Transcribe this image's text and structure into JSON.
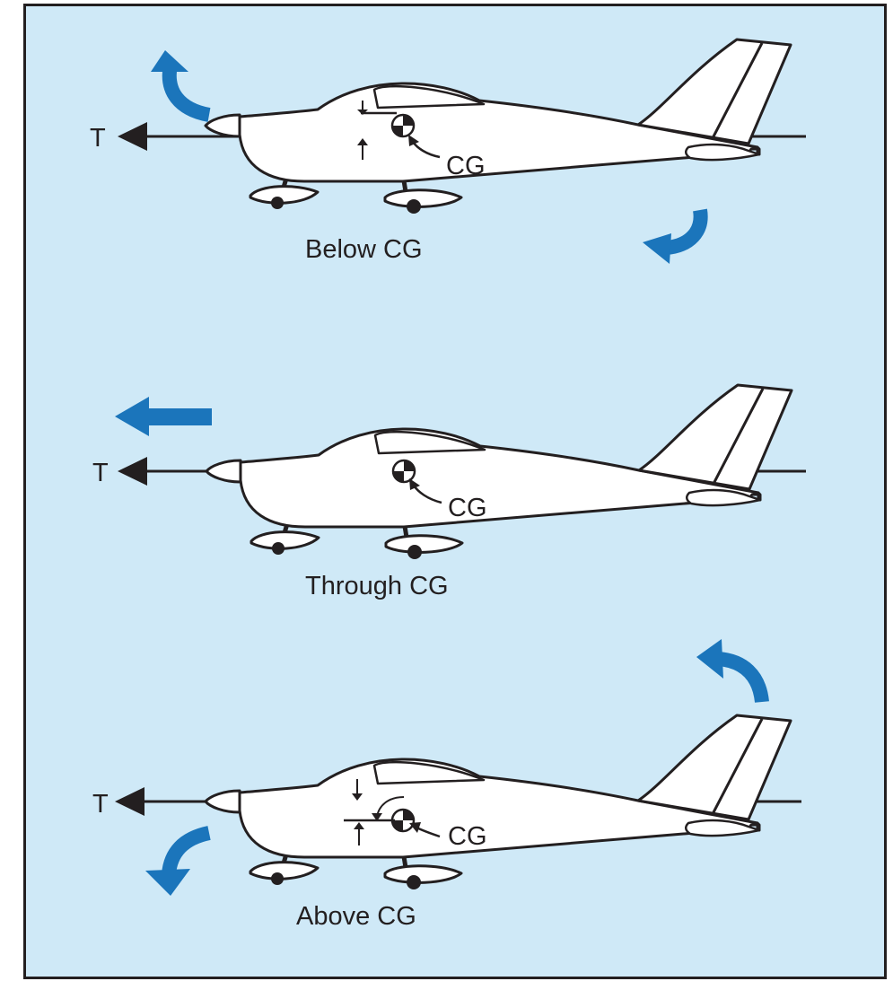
{
  "colors": {
    "background": "#cfe9f7",
    "line": "#231f20",
    "arrow": "#1b75bb",
    "aircraft_fill": "#ffffff"
  },
  "icons": {
    "thrust": "triangle-arrow-left",
    "cg": "center-of-gravity-symbol",
    "rotation": "curved-blue-arrow",
    "translation": "straight-blue-arrow"
  },
  "panels": [
    {
      "id": "below",
      "thrust_label": "T",
      "cg_label": "CG",
      "caption": "Below CG"
    },
    {
      "id": "through",
      "thrust_label": "T",
      "cg_label": "CG",
      "caption": "Through CG"
    },
    {
      "id": "above",
      "thrust_label": "T",
      "cg_label": "CG",
      "caption": "Above CG"
    }
  ]
}
